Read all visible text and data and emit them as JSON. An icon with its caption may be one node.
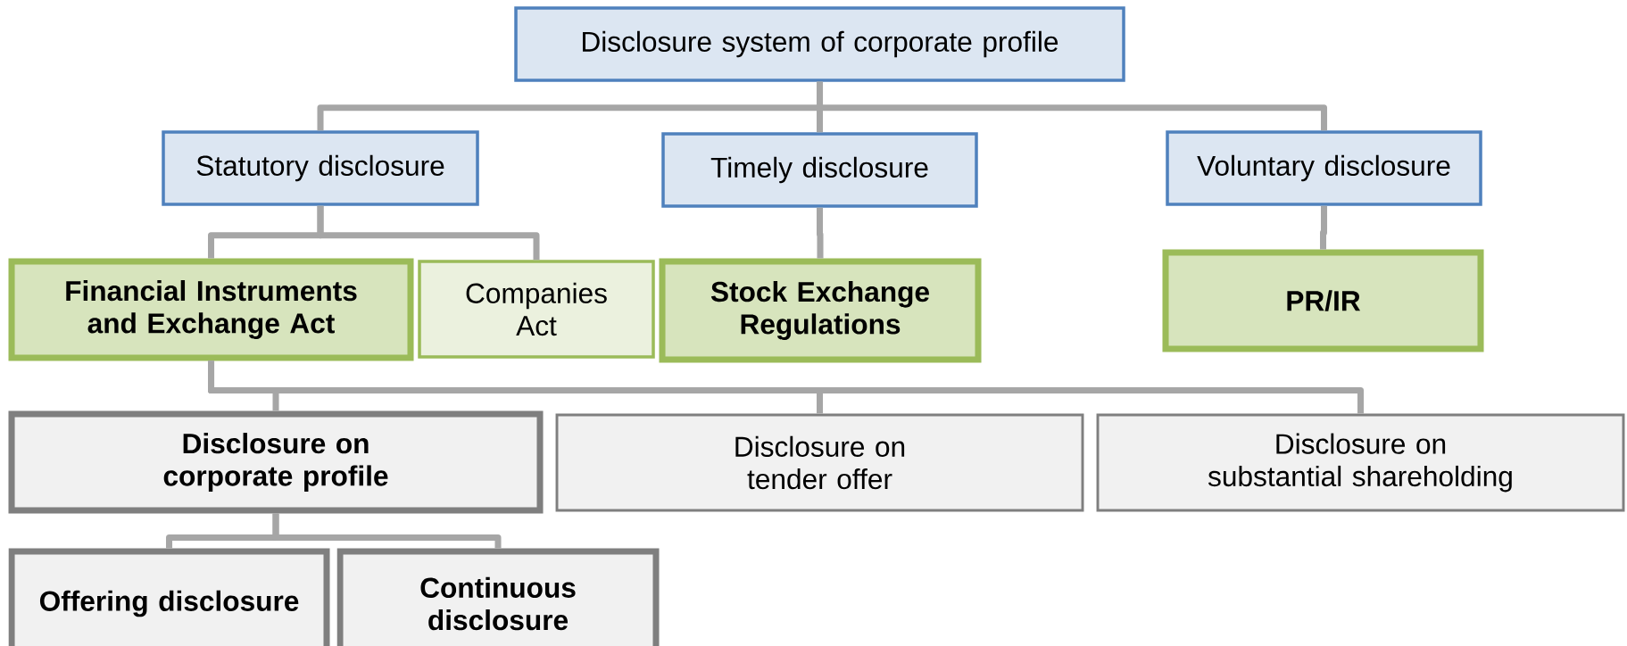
{
  "diagram": {
    "nodes": [
      {
        "text": [
          "Disclosure system of corporate profile"
        ]
      },
      {
        "text": [
          "Statutory disclosure"
        ]
      },
      {
        "text": [
          "Timely disclosure"
        ]
      },
      {
        "text": [
          "Voluntary disclosure"
        ]
      },
      {
        "text": [
          "Financial Instruments and Exchange Act"
        ]
      },
      {
        "text": [
          "Companies Act"
        ]
      },
      {
        "text": [
          "Stock Exchange Regulations"
        ]
      },
      {
        "text": [
          "PR/IR"
        ]
      },
      {
        "text": [
          "Disclosure on corporate profile"
        ]
      },
      {
        "text": [
          "Disclosure on tender offer"
        ]
      },
      {
        "text": [
          "Disclosure on substantial shareholding"
        ]
      },
      {
        "text": [
          "Offering disclosure"
        ]
      },
      {
        "text": [
          "Continuous disclosure"
        ]
      }
    ],
    "edges": [
      {
        "from": 0,
        "to": 1,
        "arrow": "none"
      },
      {
        "from": 0,
        "to": 2,
        "arrow": "none"
      },
      {
        "from": 0,
        "to": 3,
        "arrow": "none"
      },
      {
        "from": 1,
        "to": 4,
        "arrow": "none"
      },
      {
        "from": 1,
        "to": 5,
        "arrow": "none"
      },
      {
        "from": 2,
        "to": 6,
        "arrow": "none"
      },
      {
        "from": 3,
        "to": 7,
        "arrow": "none"
      },
      {
        "from": 4,
        "to": 8,
        "arrow": "none"
      },
      {
        "from": 4,
        "to": 9,
        "arrow": "none"
      },
      {
        "from": 4,
        "to": 10,
        "arrow": "none"
      },
      {
        "from": 8,
        "to": 11,
        "arrow": "none"
      },
      {
        "from": 8,
        "to": 12,
        "arrow": "none"
      }
    ]
  }
}
